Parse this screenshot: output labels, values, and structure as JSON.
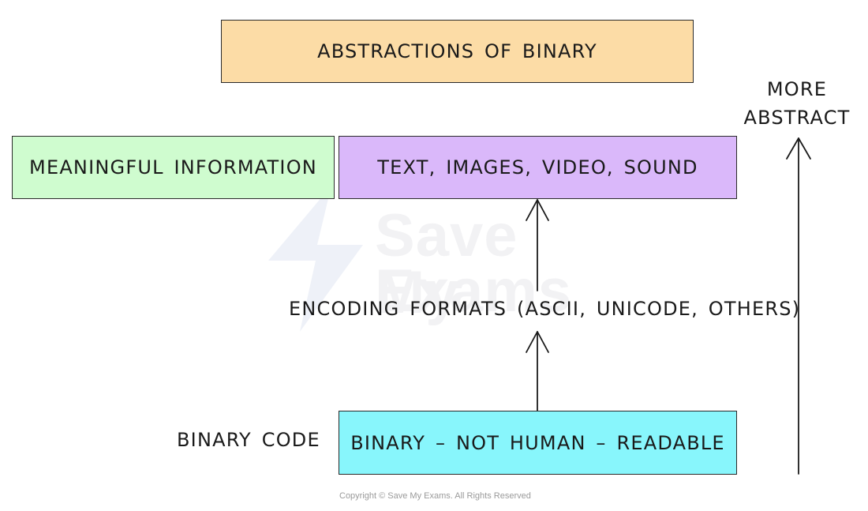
{
  "diagram": {
    "title": "ABSTRACTIONS OF BINARY",
    "meaningful_information": "MEANINGFUL INFORMATION",
    "media_types": "TEXT, IMAGES, VIDEO, SOUND",
    "encoding_formats": "ENCODING FORMATS (ASCII, UNICODE, OTHERS)",
    "binary_code_label": "BINARY CODE",
    "binary_box": "BINARY – NOT HUMAN – READABLE",
    "more_abstract_line1": "MORE",
    "more_abstract_line2": "ABSTRACT"
  },
  "watermark": {
    "line1": "Save My",
    "line2": "Exams"
  },
  "footer": {
    "copyright": "Copyright © Save My Exams. All Rights Reserved"
  },
  "colors": {
    "title_box": "#fcdca6",
    "meaningful_information_box": "#cffccf",
    "media_types_box": "#dab8fa",
    "binary_box": "#88f6fc"
  }
}
